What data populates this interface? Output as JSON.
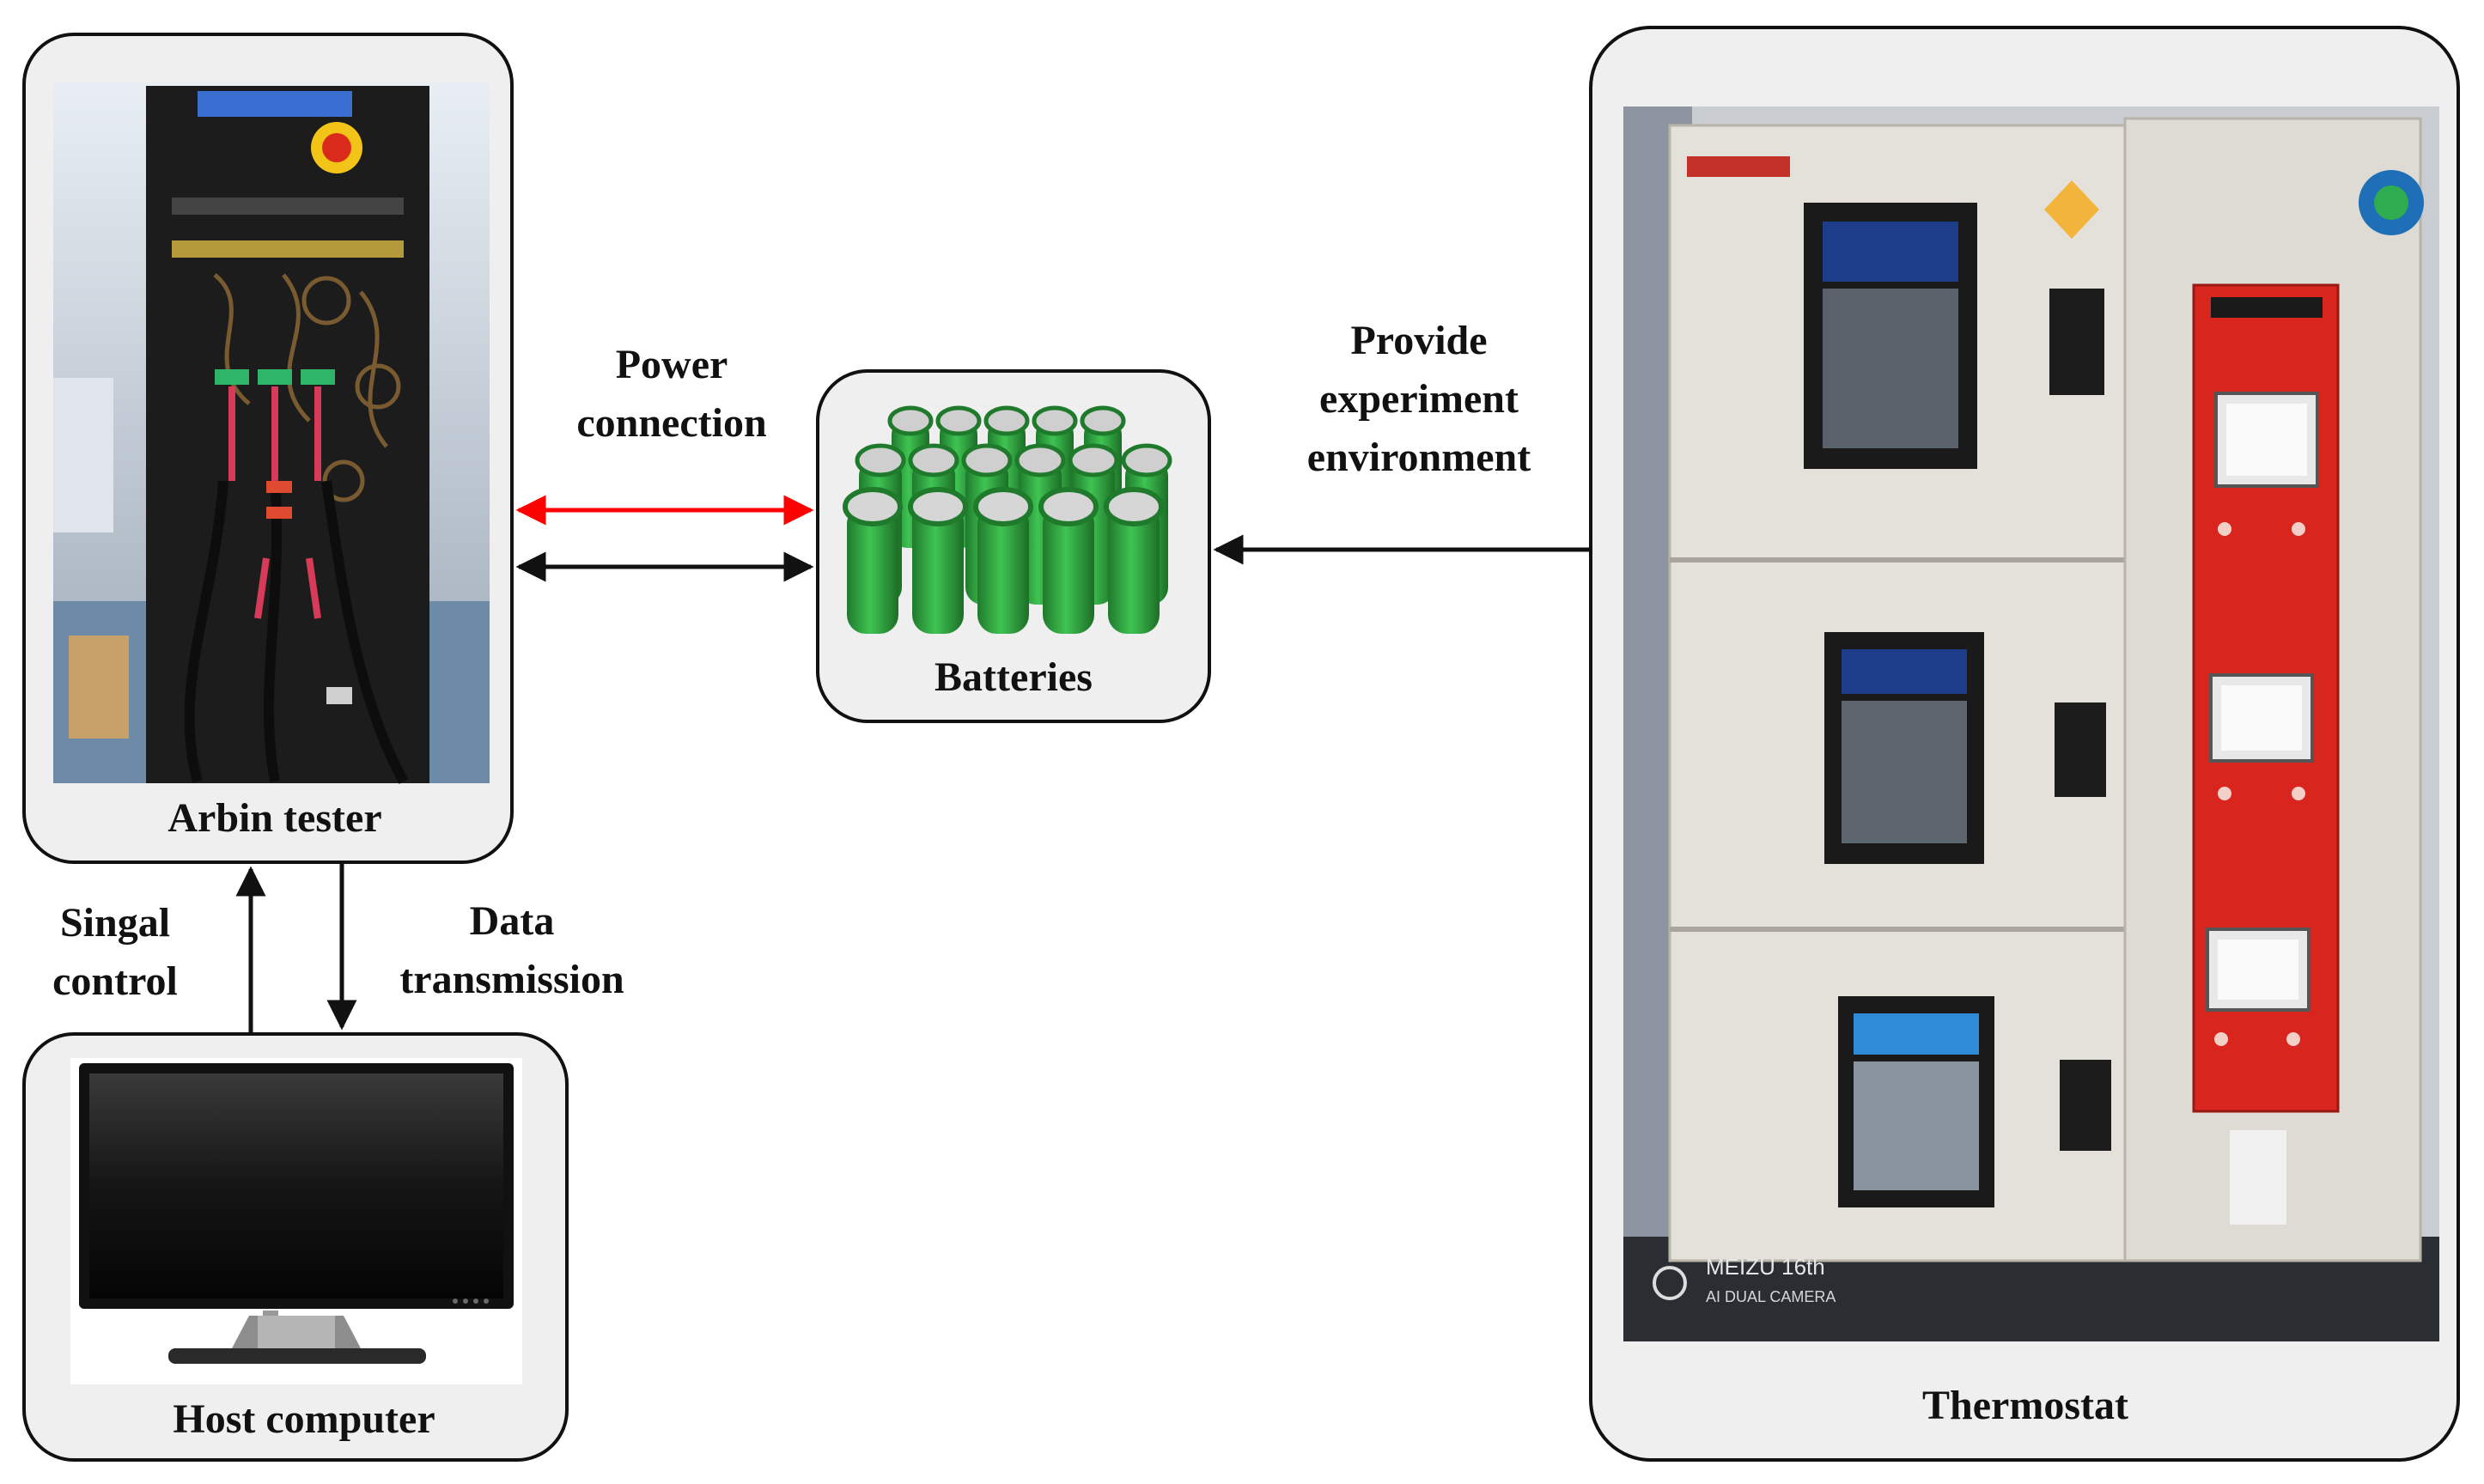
{
  "nodes": {
    "arbin": {
      "label": "Arbin tester"
    },
    "batteries": {
      "label": "Batteries"
    },
    "host": {
      "label": "Host computer"
    },
    "thermostat": {
      "label": "Thermostat"
    }
  },
  "edges": {
    "power": {
      "line1": "Power",
      "line2": "connection",
      "color": "#ff0000"
    },
    "provide": {
      "line1": "Provide",
      "line2": "experiment",
      "line3": "environment"
    },
    "signal": {
      "line1": "Singal",
      "line2": "control"
    },
    "data": {
      "line1": "Data",
      "line2": "transmission"
    }
  },
  "photo_texts": {
    "thermostat_brand": "MEIZU 16th",
    "thermostat_camera": "AI DUAL CAMERA"
  },
  "colors": {
    "battery_green": "#2eaa3c",
    "thermostat_panel": "#d8261e",
    "frame": "#111111"
  }
}
